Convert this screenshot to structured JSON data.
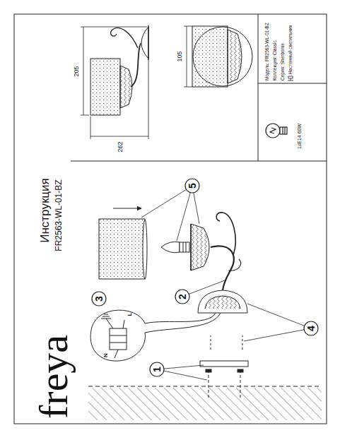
{
  "diagram": {
    "title": "Инструкция",
    "labels": [
      "freya",
      "FR2563-WL-01-BZ",
      "1",
      "2",
      "3",
      "4",
      "5",
      "L",
      "N",
      "205",
      "262",
      "105",
      "Модель: FR2563-WL-01-BZ",
      "Коллекция: Classic",
      "Серия: Sherborne",
      "Настенный светильник",
      "1xE14 60W"
    ]
  }
}
